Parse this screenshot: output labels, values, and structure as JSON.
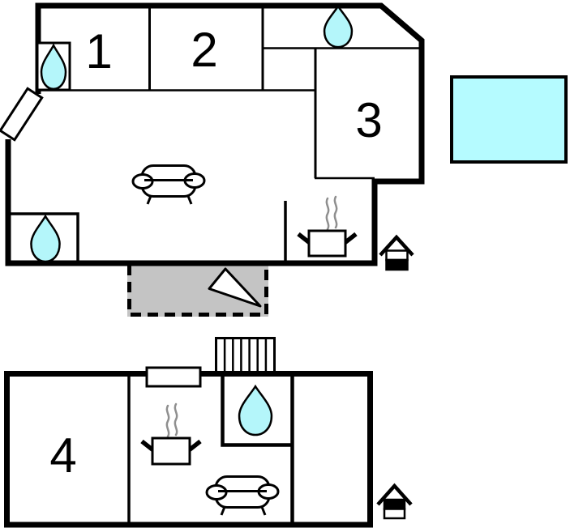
{
  "diagram_type": "holiday-home-floor-plan",
  "floorplan": {
    "main_building": {
      "room_labels": [
        "1",
        "2",
        "3"
      ]
    },
    "annex_building": {
      "room_labels": [
        "4"
      ]
    },
    "features": [
      "water-drop-icon",
      "sofa-icon",
      "stove-icon",
      "stairs-icon",
      "door-icon",
      "window-icon",
      "entrance-house-icon",
      "north-arrow-icon",
      "pool",
      "terrace"
    ]
  },
  "colors": {
    "water": "#b4f6fa",
    "pool": "#b5fbff",
    "terrace": "#c4c4c4",
    "steam": "#8f8f8f",
    "wall": "#000000"
  }
}
